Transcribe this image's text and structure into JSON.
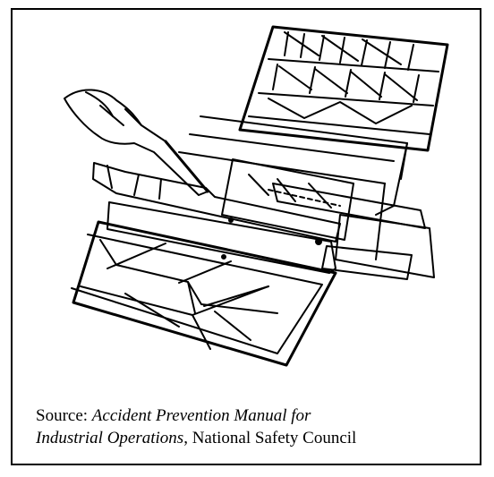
{
  "caption": {
    "lead": "Source: ",
    "italic_line1": "Accident Prevention Manual for",
    "italic_line2": "Industrial Operations",
    "tail": ", National Safety Council"
  },
  "figure": {
    "icon": "paper-cutter-guard-illustration"
  }
}
